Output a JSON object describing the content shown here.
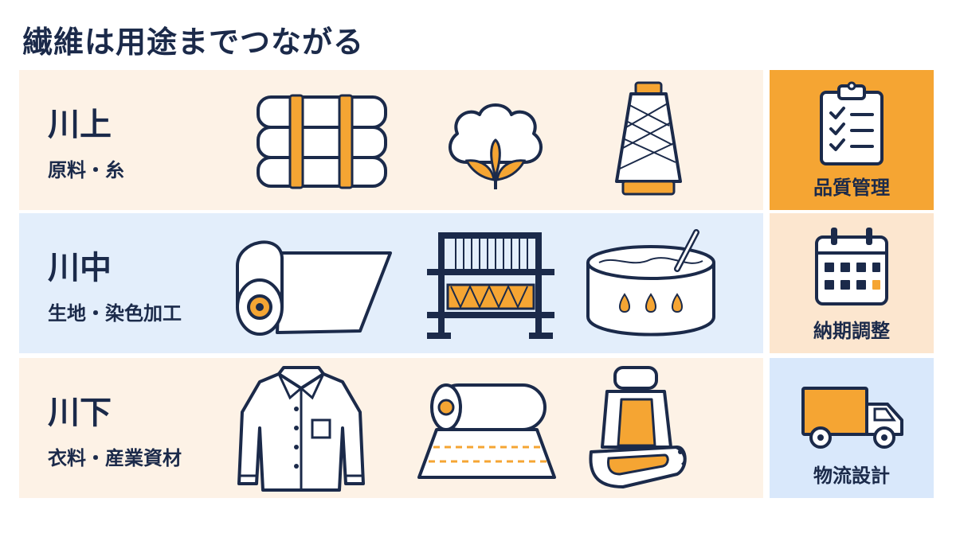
{
  "title": "繊維は用途までつながる",
  "colors": {
    "navy": "#1b2a4a",
    "orange": "#f5a533",
    "cream": "#fdf2e6",
    "lightblue": "#e3eefb"
  },
  "stages": [
    {
      "label": "川上",
      "subtitle": "原料・糸",
      "icons": [
        "cotton-bale-icon",
        "cotton-flower-icon",
        "yarn-cone-icon"
      ]
    },
    {
      "label": "川中",
      "subtitle": "生地・染色加工",
      "icons": [
        "fabric-roll-icon",
        "loom-icon",
        "dye-vat-icon"
      ]
    },
    {
      "label": "川下",
      "subtitle": "衣料・産業資材",
      "icons": [
        "shirt-icon",
        "industrial-fabric-roll-icon",
        "car-seat-icon"
      ]
    }
  ],
  "functions": [
    {
      "label": "品質管理",
      "icon": "clipboard-checklist-icon"
    },
    {
      "label": "納期調整",
      "icon": "calendar-icon"
    },
    {
      "label": "物流設計",
      "icon": "delivery-truck-icon"
    }
  ]
}
